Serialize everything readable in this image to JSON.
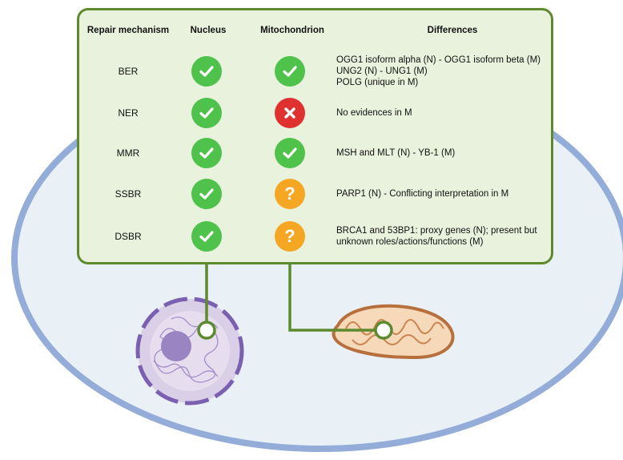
{
  "headers": {
    "mechanism": "Repair mechanism",
    "nucleus": "Nucleus",
    "mitochondrion": "Mitochondrion",
    "differences": "Differences"
  },
  "rows": [
    {
      "mechanism": "BER",
      "nucleus": "check",
      "mitochondrion": "check",
      "differences": [
        "OGG1 isoform alpha (N) - OGG1 isoform beta (M)",
        "UNG2 (N) - UNG1 (M)",
        "POLG (unique in M)"
      ]
    },
    {
      "mechanism": "NER",
      "nucleus": "check",
      "mitochondrion": "cross",
      "differences": [
        "No evidences in M"
      ]
    },
    {
      "mechanism": "MMR",
      "nucleus": "check",
      "mitochondrion": "check",
      "differences": [
        "MSH and MLT (N) - YB-1 (M)"
      ]
    },
    {
      "mechanism": "SSBR",
      "nucleus": "check",
      "mitochondrion": "question",
      "differences": [
        "PARP1 (N) - Conflicting interpretation in M"
      ]
    },
    {
      "mechanism": "DSBR",
      "nucleus": "check",
      "mitochondrion": "question",
      "differences": [
        "BRCA1 and 53BP1: proxy genes (N); present but",
        "unknown roles/actions/functions (M)"
      ]
    }
  ],
  "icons": {
    "check": "check-icon",
    "cross": "cross-icon",
    "question": "question-icon"
  },
  "question_glyph": "?",
  "colors": {
    "cell_fill": "#e9f1f6",
    "cell_border": "#93acd8",
    "panel_fill": "#e8f2dd",
    "panel_border": "#5e8a2e",
    "check": "#4ec24a",
    "cross": "#e03131",
    "question": "#f5a623",
    "nucleus_fill": "#d9cfe6",
    "nucleus_border": "#7b5fb0",
    "mito_fill": "#f6d9b8",
    "mito_border": "#b86f3e"
  }
}
